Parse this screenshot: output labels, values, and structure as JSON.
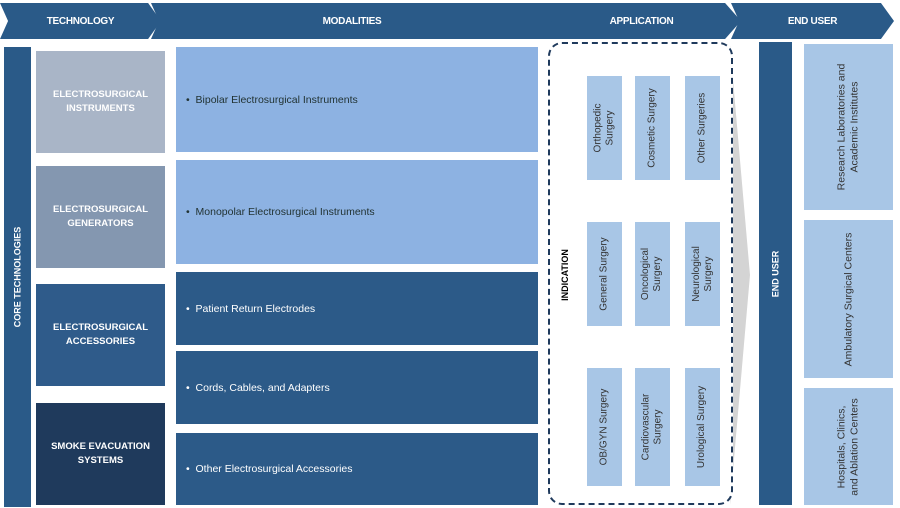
{
  "headers": {
    "technology": "TECHNOLOGY",
    "modalities": "MODALITIES",
    "application": "APPLICATION",
    "end_user": "END USER"
  },
  "core_label": "CORE TECHNOLOGIES",
  "technologies": [
    {
      "line1": "ELECTROSURGICAL",
      "line2": "INSTRUMENTS",
      "color": "#a9b5c7"
    },
    {
      "line1": "ELECTROSURGICAL",
      "line2": "GENERATORS",
      "color": "#8497b0"
    },
    {
      "line1": "ELECTROSURGICAL",
      "line2": "ACCESSORIES",
      "color": "#2f5b8a"
    },
    {
      "line1": "SMOKE EVACUATION",
      "line2": "SYSTEMS",
      "color": "#1f3a5c"
    }
  ],
  "modalities": [
    "Bipolar Electrosurgical Instruments",
    "Monopolar Electrosurgical Instruments",
    "Patient Return Electrodes",
    "Cords, Cables, and Adapters",
    "Other Electrosurgical Accessories"
  ],
  "indication_label": "INDICATION",
  "applications": [
    {
      "l1": "Orthopedic",
      "l2": "Surgery"
    },
    {
      "l1": "Cosmetic Surgery",
      "l2": ""
    },
    {
      "l1": "Other Surgeries",
      "l2": ""
    },
    {
      "l1": "General Surgery",
      "l2": ""
    },
    {
      "l1": "Oncological",
      "l2": "Surgery"
    },
    {
      "l1": "Neurological",
      "l2": "Surgery"
    },
    {
      "l1": "OB/GYN Surgery",
      "l2": ""
    },
    {
      "l1": "Cardiovascular",
      "l2": "Surgery"
    },
    {
      "l1": "Urological Surgery",
      "l2": ""
    }
  ],
  "end_user_label": "END USER",
  "end_users": [
    {
      "l1": "Research Laboratories and",
      "l2": "Academic Institutes"
    },
    {
      "l1": "Ambulatory Surgical Centers",
      "l2": ""
    },
    {
      "l1": "Hospitals, Clinics,",
      "l2": "and Ablation Centers"
    }
  ]
}
